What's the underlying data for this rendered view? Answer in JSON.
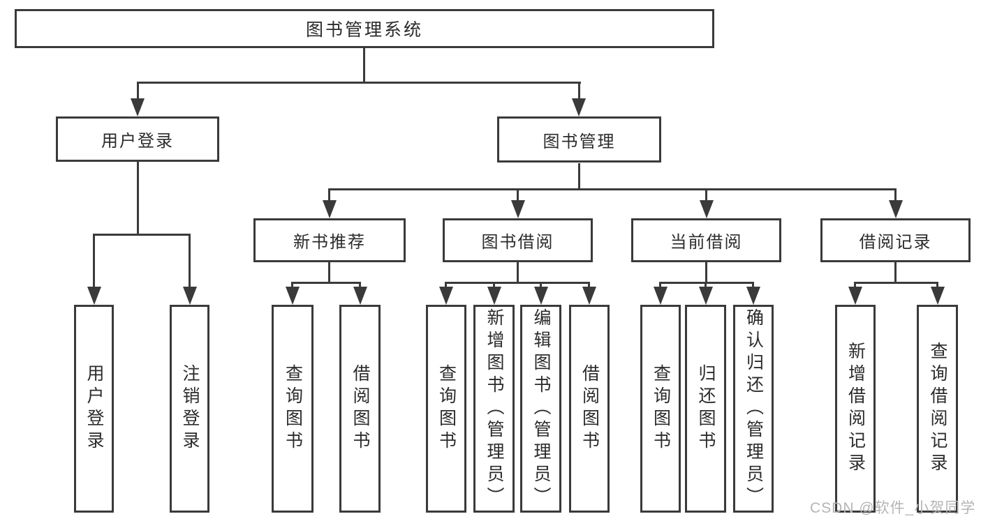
{
  "nodes": {
    "root": "图书管理系统",
    "user_login": "用户登录",
    "book_mgmt": "图书管理",
    "new_book_rec": "新书推荐",
    "book_borrow": "图书借阅",
    "current_borrow": "当前借阅",
    "borrow_record": "借阅记录",
    "leaf_user_login": "用户登录",
    "leaf_logout": "注销登录",
    "leaf_query_book_a": "查询图书",
    "leaf_borrow_book_a": "借阅图书",
    "leaf_query_book_b": "查询图书",
    "leaf_add_book_admin": "新增图书（管理员）",
    "leaf_edit_book_admin": "编辑图书（管理员）",
    "leaf_borrow_book_b": "借阅图书",
    "leaf_query_book_c": "查询图书",
    "leaf_return_book": "归还图书",
    "leaf_confirm_return_admin": "确认归还（管理员）",
    "leaf_add_borrow_record": "新增借阅记录",
    "leaf_query_borrow_record": "查询借阅记录"
  },
  "hierarchy": {
    "图书管理系统": [
      "用户登录",
      "图书管理"
    ],
    "用户登录": [
      "用户登录",
      "注销登录"
    ],
    "图书管理": [
      "新书推荐",
      "图书借阅",
      "当前借阅",
      "借阅记录"
    ],
    "新书推荐": [
      "查询图书",
      "借阅图书"
    ],
    "图书借阅": [
      "查询图书",
      "新增图书（管理员）",
      "编辑图书（管理员）",
      "借阅图书"
    ],
    "当前借阅": [
      "查询图书",
      "归还图书",
      "确认归还（管理员）"
    ],
    "借阅记录": [
      "新增借阅记录",
      "查询借阅记录"
    ]
  },
  "watermark": "CSDN @软件_小贺同学",
  "colors": {
    "line": "#3a3a3a",
    "text": "#2b2b2b",
    "watermark": "#b5b5b5",
    "background": "#ffffff"
  }
}
